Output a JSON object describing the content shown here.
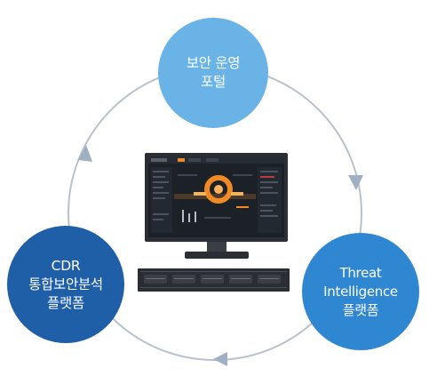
{
  "colors": {
    "ring": "#b9c2cc",
    "arrow": "#9fb0c2",
    "node_top": "#6ab3e6",
    "node_left": "#1f5fa8",
    "node_right": "#2f86d1",
    "monitor_frame": "#2b2f35",
    "dashboard_bg": "#1c2128",
    "dashboard_accent": "#f08a24",
    "server": "#2a2d31"
  },
  "nodes": {
    "top": {
      "lines": [
        "보안 운영",
        "포털"
      ]
    },
    "left": {
      "lines": [
        "CDR",
        "통합보안분석",
        "플랫폼"
      ]
    },
    "right": {
      "lines": [
        "Threat",
        "Intelligence",
        "플랫폼"
      ]
    }
  },
  "icons": [
    "arrow-down-right-icon",
    "arrow-left-icon",
    "arrow-up-icon",
    "monitor-icon",
    "server-icon"
  ]
}
